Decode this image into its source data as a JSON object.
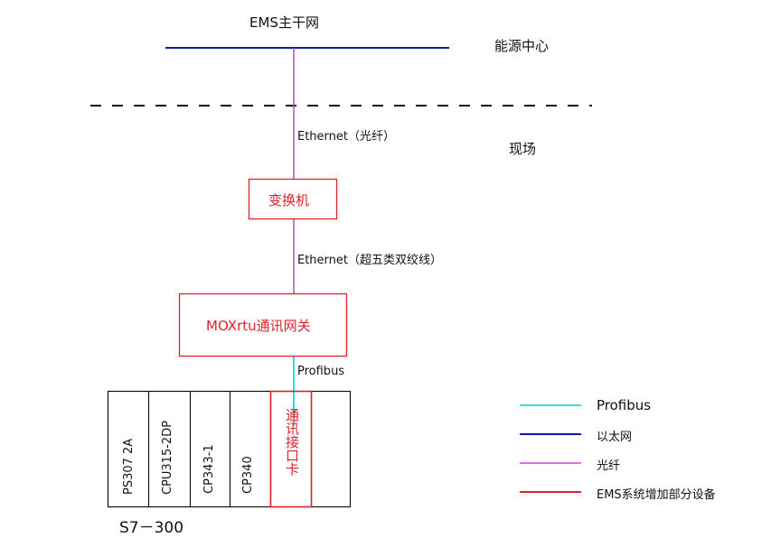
{
  "top": {
    "ems_network": "EMS主干网",
    "energy_center": "能源中心",
    "field": "现场"
  },
  "links": {
    "fiber_link": "Ethernet（光纤）",
    "cat5_link": "Ethernet（超五类双绞线）",
    "profibus_link": "Profibus"
  },
  "devices": {
    "switch": "变换机",
    "gateway": "MOXrtu通讯网关"
  },
  "rack": {
    "label": "S7－300",
    "slots": [
      "PS307 2A",
      "CPU315-2DP",
      "CP343-1",
      "CP340",
      "通讯接口卡",
      ""
    ]
  },
  "legend": [
    {
      "label": "Profibus",
      "color": "#33dddd"
    },
    {
      "label": "以太网",
      "color": "#0a1aa8"
    },
    {
      "label": "光纤",
      "color": "#c04ac8"
    },
    {
      "label": "EMS系统增加部分设备",
      "color": "#e0202a"
    }
  ]
}
